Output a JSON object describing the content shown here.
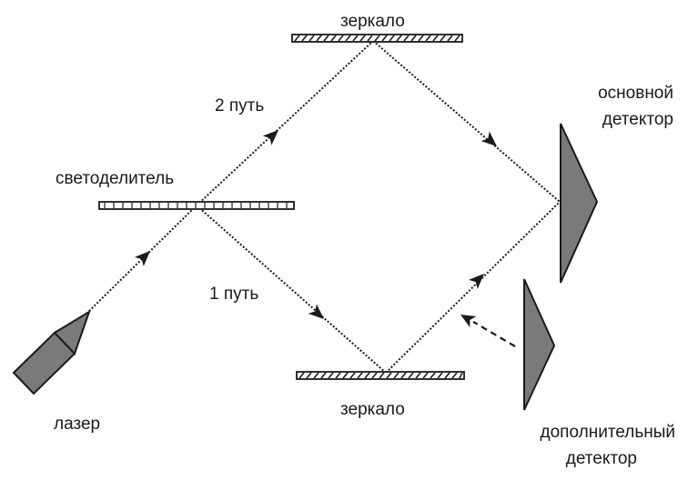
{
  "labels": {
    "mirror_top": "зеркало",
    "mirror_bottom": "зеркало",
    "path2": "2 путь",
    "path1": "1 путь",
    "beamsplitter": "светоделитель",
    "laser": "лазер",
    "main_detector_line1": "основной",
    "main_detector_line2": "детектор",
    "extra_detector_line1": "дополнительный",
    "extra_detector_line2": "детектор"
  },
  "colors": {
    "device_fill": "#7a7a7a",
    "line": "#1a1a1a",
    "background": "#ffffff"
  }
}
